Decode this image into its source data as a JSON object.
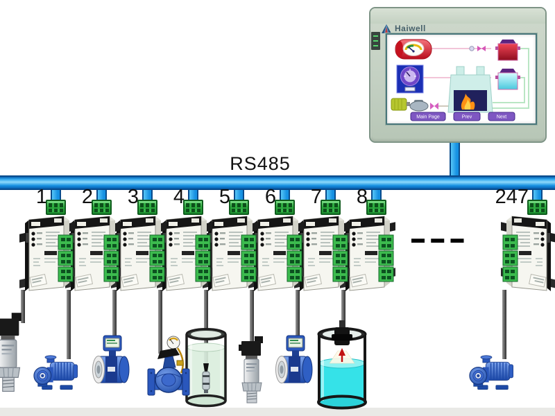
{
  "bus": {
    "label": "RS485",
    "continuation": "▬ ▬ ▬"
  },
  "hmi": {
    "brand": "Haiwell",
    "buttons": [
      "Main Page",
      "Prev",
      "Next"
    ]
  },
  "modules": [
    {
      "address": "1",
      "device": "pressure-transmitter"
    },
    {
      "address": "2",
      "device": "pump"
    },
    {
      "address": "3",
      "device": "flow-meter"
    },
    {
      "address": "4",
      "device": "control-valve"
    },
    {
      "address": "5",
      "device": "tank-submersible-level-sensor"
    },
    {
      "address": "6",
      "device": "pressure-transmitter"
    },
    {
      "address": "7",
      "device": "flow-meter"
    },
    {
      "address": "8",
      "device": "tank-ultrasonic-level-sensor"
    },
    {
      "address": "247",
      "device": "pump"
    }
  ],
  "colors": {
    "bus_blue": "#1691e2",
    "bus_border": "#084b8c",
    "connector_green": "#3cbb4e",
    "device_blue": "#2a57bc",
    "hmi_bezel": "#c3d0c2",
    "hmi_button_purple": "#7e57c2",
    "liquid_cyan": "#35e2e8",
    "liquid_green": "#d9eddd"
  }
}
